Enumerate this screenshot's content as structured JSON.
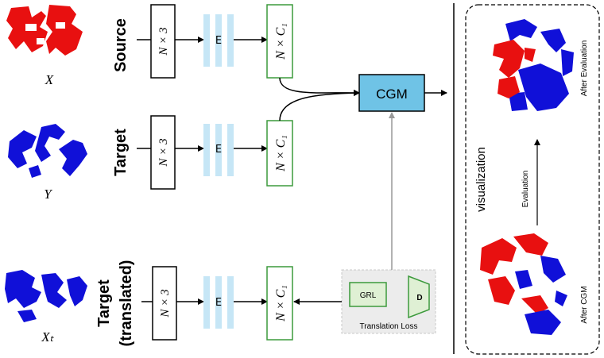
{
  "rows": [
    {
      "label": "Source",
      "cloud_label": "X",
      "input": "N × 3",
      "encoder": "E",
      "feature": "N × C₁"
    },
    {
      "label": "Target",
      "cloud_label": "Y",
      "input": "N × 3",
      "encoder": "E",
      "feature": "N × C₁"
    },
    {
      "label": "Target",
      "label2": "(translated)",
      "cloud_label": "Xₜ",
      "input": "N × 3",
      "encoder": "E",
      "feature": "N × C₁"
    }
  ],
  "cgm": {
    "label": "CGM"
  },
  "translation": {
    "grl": "GRL",
    "d": "D",
    "caption": "Translation Loss"
  },
  "visualization": {
    "title": "visualization",
    "after_evaluation": "After Evaluation",
    "evaluation": "Evaluation",
    "after_cgm": "After CGM"
  },
  "colors": {
    "source": "#e81010",
    "target": "#1010d8",
    "encoder": "#c6e6f6",
    "feature_border": "#3c9a3c",
    "cgm_fill": "#6fc3e6",
    "translation_bg": "#ececec",
    "grl_fill": "#dff0d4"
  }
}
